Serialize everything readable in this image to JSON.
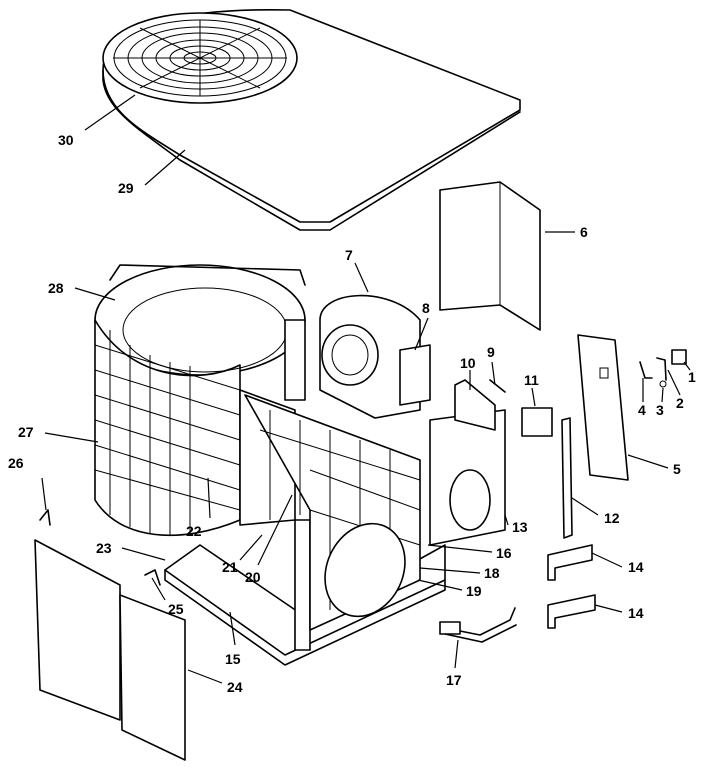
{
  "callouts": [
    {
      "id": "c1",
      "text": "1"
    },
    {
      "id": "c2",
      "text": "2"
    },
    {
      "id": "c3",
      "text": "3"
    },
    {
      "id": "c4",
      "text": "4"
    },
    {
      "id": "c5",
      "text": "5"
    },
    {
      "id": "c6",
      "text": "6"
    },
    {
      "id": "c7",
      "text": "7"
    },
    {
      "id": "c8",
      "text": "8"
    },
    {
      "id": "c9",
      "text": "9"
    },
    {
      "id": "c10",
      "text": "10"
    },
    {
      "id": "c11",
      "text": "11"
    },
    {
      "id": "c12",
      "text": "12"
    },
    {
      "id": "c13",
      "text": "13"
    },
    {
      "id": "c14a",
      "text": "14"
    },
    {
      "id": "c14b",
      "text": "14"
    },
    {
      "id": "c15",
      "text": "15"
    },
    {
      "id": "c16",
      "text": "16"
    },
    {
      "id": "c17",
      "text": "17"
    },
    {
      "id": "c18",
      "text": "18"
    },
    {
      "id": "c19",
      "text": "19"
    },
    {
      "id": "c20",
      "text": "20"
    },
    {
      "id": "c21",
      "text": "21"
    },
    {
      "id": "c22",
      "text": "22"
    },
    {
      "id": "c23",
      "text": "23"
    },
    {
      "id": "c24",
      "text": "24"
    },
    {
      "id": "c25",
      "text": "25"
    },
    {
      "id": "c26",
      "text": "26"
    },
    {
      "id": "c27",
      "text": "27"
    },
    {
      "id": "c28",
      "text": "28"
    },
    {
      "id": "c29",
      "text": "29"
    },
    {
      "id": "c30",
      "text": "30"
    }
  ]
}
